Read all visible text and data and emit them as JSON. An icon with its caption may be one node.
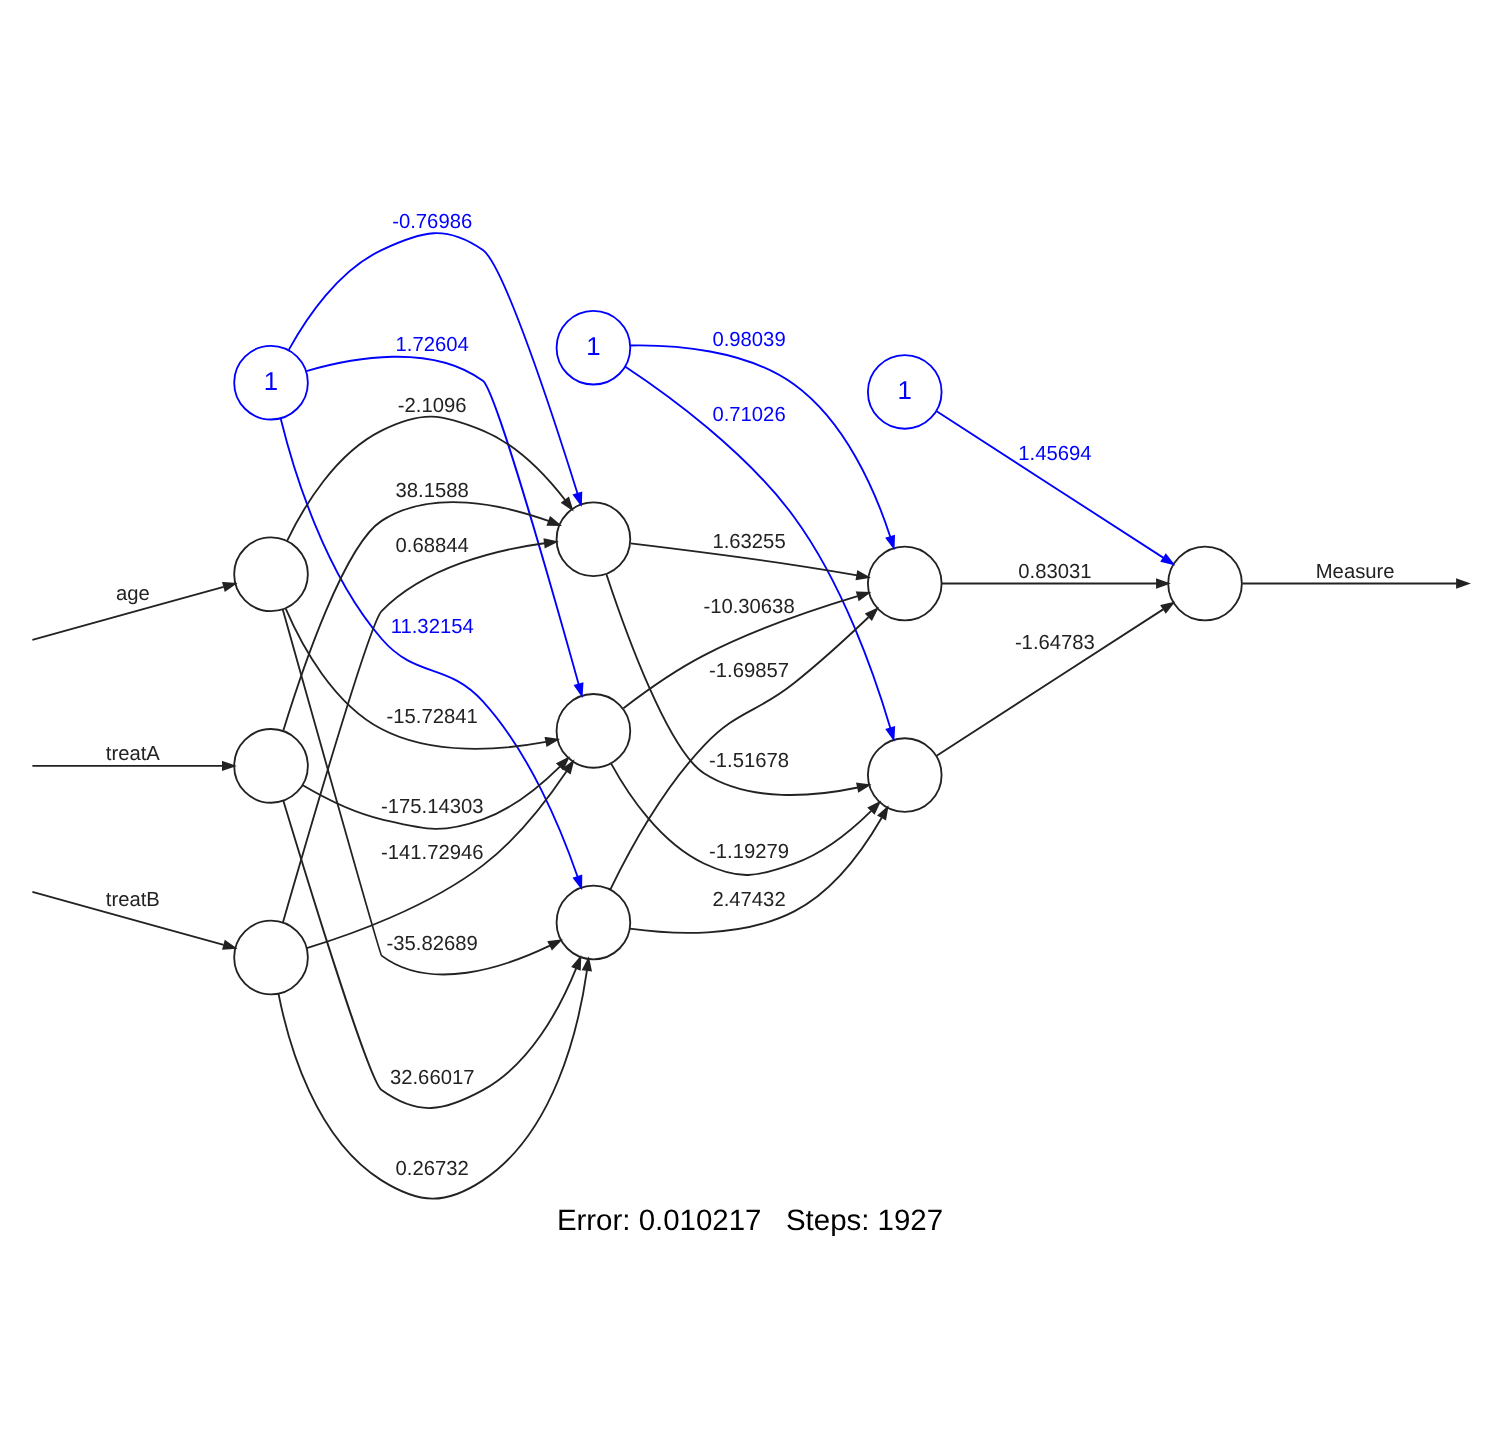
{
  "diagram": {
    "caption": "Error: 0.010217   Steps: 1927",
    "nodes": [
      {
        "text": [
          "1"
        ]
      },
      {
        "text": [
          "1"
        ]
      },
      {
        "text": [
          "1"
        ]
      },
      {
        "text": [],
        "shape": "circle"
      },
      {
        "text": [],
        "shape": "circle"
      },
      {
        "text": [],
        "shape": "circle"
      },
      {
        "text": [],
        "shape": "circle"
      },
      {
        "text": [],
        "shape": "circle"
      },
      {
        "text": [],
        "shape": "circle"
      },
      {
        "text": [],
        "shape": "circle"
      },
      {
        "text": [],
        "shape": "circle"
      },
      {
        "text": [],
        "shape": "circle"
      }
    ],
    "edges": [
      {
        "from": null,
        "to": 3,
        "arrow": "to",
        "label": "age"
      },
      {
        "from": null,
        "to": 4,
        "arrow": "to",
        "label": "treatA"
      },
      {
        "from": null,
        "to": 5,
        "arrow": "to",
        "label": "treatB"
      },
      {
        "from": 0,
        "to": 6,
        "arrow": "to",
        "label": "-0.76986",
        "color": "#0000ff"
      },
      {
        "from": 0,
        "to": 7,
        "arrow": "to",
        "label": "1.72604",
        "color": "#0000ff"
      },
      {
        "from": 0,
        "to": 8,
        "arrow": "to",
        "label": "11.32154",
        "color": "#0000ff"
      },
      {
        "from": 3,
        "to": 6,
        "arrow": "to",
        "label": "-2.1096"
      },
      {
        "from": 3,
        "to": 7,
        "arrow": "to",
        "label": "-15.72841"
      },
      {
        "from": 3,
        "to": 8,
        "arrow": "to",
        "label": "-35.82689"
      },
      {
        "from": 4,
        "to": 6,
        "arrow": "to",
        "label": "38.1588"
      },
      {
        "from": 4,
        "to": 7,
        "arrow": "to",
        "label": "-175.14303"
      },
      {
        "from": 4,
        "to": 8,
        "arrow": "to",
        "label": "32.66017"
      },
      {
        "from": 5,
        "to": 6,
        "arrow": "to",
        "label": "0.68844"
      },
      {
        "from": 5,
        "to": 7,
        "arrow": "to",
        "label": "-141.72946"
      },
      {
        "from": 5,
        "to": 8,
        "arrow": "to",
        "label": "0.26732"
      },
      {
        "from": 1,
        "to": 9,
        "arrow": "to",
        "label": "0.98039",
        "color": "#0000ff"
      },
      {
        "from": 1,
        "to": 10,
        "arrow": "to",
        "label": "0.71026",
        "color": "#0000ff"
      },
      {
        "from": 6,
        "to": 9,
        "arrow": "to",
        "label": "1.63255"
      },
      {
        "from": 6,
        "to": 10,
        "arrow": "to",
        "label": "-1.51678"
      },
      {
        "from": 7,
        "to": 9,
        "arrow": "to",
        "label": "-10.30638"
      },
      {
        "from": 7,
        "to": 10,
        "arrow": "to",
        "label": "-1.19279"
      },
      {
        "from": 8,
        "to": 9,
        "arrow": "to",
        "label": "-1.69857"
      },
      {
        "from": 8,
        "to": 10,
        "arrow": "to",
        "label": "2.47432"
      },
      {
        "from": 2,
        "to": 11,
        "arrow": "to",
        "label": "1.45694",
        "color": "#0000ff"
      },
      {
        "from": 9,
        "to": 11,
        "arrow": "to",
        "label": "0.83031"
      },
      {
        "from": 10,
        "to": 11,
        "arrow": "to",
        "label": "-1.64783"
      },
      {
        "from": 11,
        "to": null,
        "arrow": "to",
        "label": "Measure"
      }
    ]
  }
}
